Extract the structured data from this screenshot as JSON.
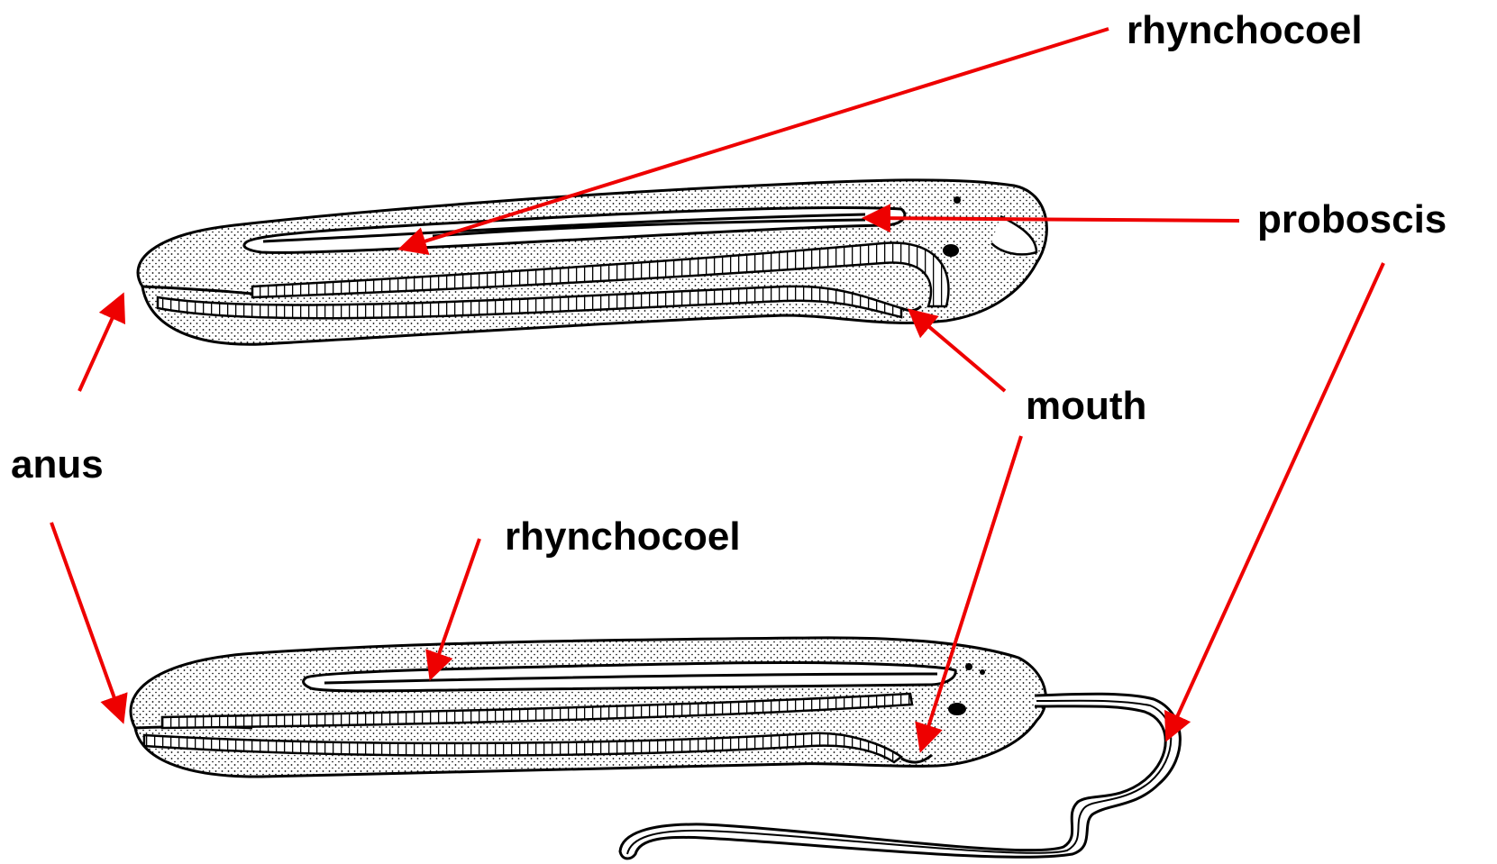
{
  "labels": {
    "rhynchocoel_top": "rhynchocoel",
    "proboscis": "proboscis",
    "mouth": "mouth",
    "anus": "anus",
    "rhynchocoel_bottom": "rhynchocoel"
  },
  "colors": {
    "arrow": "#ee0000",
    "outline": "#000000",
    "background": "#ffffff"
  }
}
